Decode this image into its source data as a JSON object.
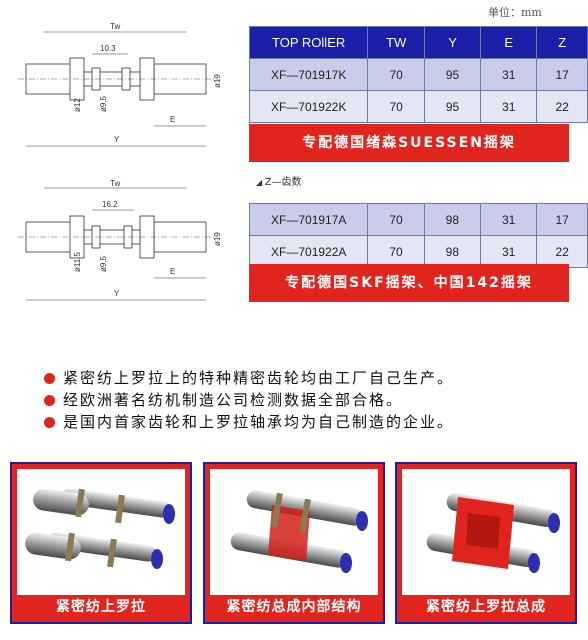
{
  "unit_label": "单位：mm",
  "table1": {
    "headers": [
      "TOP ROllER",
      "TW",
      "Y",
      "E",
      "Z"
    ],
    "rows": [
      [
        "XF—701917K",
        "70",
        "95",
        "31",
        "17"
      ],
      [
        "XF—701922K",
        "70",
        "95",
        "31",
        "22"
      ]
    ],
    "banner": "专配德国绪森SUESSEN摇架"
  },
  "z_note": "Z—齿数",
  "table2": {
    "rows": [
      [
        "XF—701917A",
        "70",
        "98",
        "31",
        "17"
      ],
      [
        "XF—701922A",
        "70",
        "98",
        "31",
        "22"
      ]
    ],
    "banner": "专配德国SKF摇架、中国142摇架"
  },
  "drawing1": {
    "tw": "Tw",
    "dim1": "10.3",
    "d12": "ø12",
    "d95": "ø9.5",
    "d19": "ø19",
    "e": "E",
    "y": "Y"
  },
  "drawing2": {
    "tw": "Tw",
    "dim1": "16.2",
    "d115": "ø11.5",
    "d95": "ø9.5",
    "d19": "ø19",
    "e": "E",
    "y": "Y"
  },
  "bullets": [
    "紧密纺上罗拉上的特种精密齿轮均由工厂自己生产。",
    "经欧洲著名纺机制造公司检测数据全部合格。",
    "是国内首家齿轮和上罗拉轴承均为自己制造的企业。"
  ],
  "photos": [
    {
      "caption": "紧密纺上罗拉"
    },
    {
      "caption": "紧密纺总成内部结构"
    },
    {
      "caption": "紧密纺上罗拉总成"
    }
  ],
  "colors": {
    "accent_red": "#e2241f",
    "header_blue": "#1a1ea8",
    "row_light": "#c9cdeb"
  }
}
